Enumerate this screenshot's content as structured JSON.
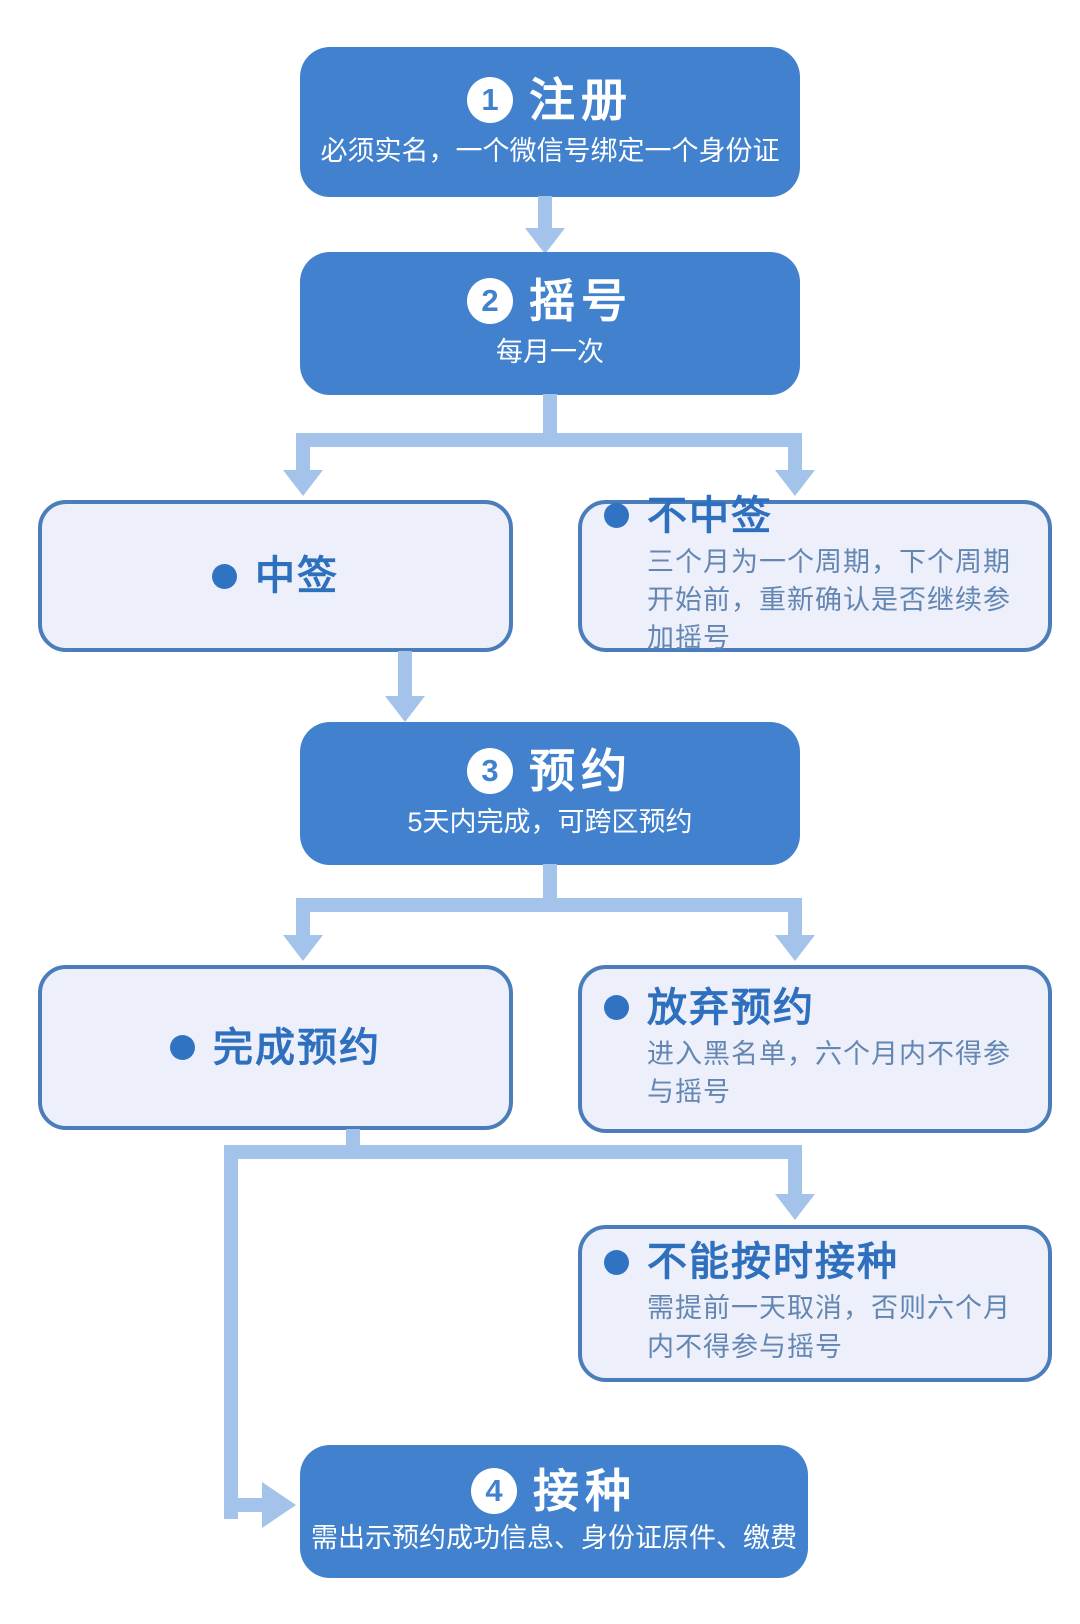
{
  "colors": {
    "blue": "#4181cd",
    "light-fill": "#edf0fa",
    "light-border": "#4a7db9",
    "connector": "#a3c3eb",
    "title-text": "#2e6fbe",
    "body-text": "#6386b2",
    "bullet": "#3073c2",
    "white": "#ffffff"
  },
  "steps": [
    {
      "num": "1",
      "title": "注册",
      "subtitle": "必须实名，一个微信号绑定一个身份证"
    },
    {
      "num": "2",
      "title": "摇号",
      "subtitle": "每月一次"
    },
    {
      "num": "3",
      "title": "预约",
      "subtitle": "5天内完成，可跨区预约"
    },
    {
      "num": "4",
      "title": "接种",
      "subtitle": "需出示预约成功信息、身份证原件、缴费"
    }
  ],
  "outcomes": {
    "win": {
      "title": "中签"
    },
    "lose": {
      "title": "不中签",
      "body": "三个月为一个周期，下个周期开始前，重新确认是否继续参加摇号"
    },
    "complete": {
      "title": "完成预约"
    },
    "abandon": {
      "title": "放弃预约",
      "body": "进入黑名单，六个月内不得参与摇号"
    },
    "miss": {
      "title": "不能按时接种",
      "body": "需提前一天取消，否则六个月内不得参与摇号"
    }
  }
}
